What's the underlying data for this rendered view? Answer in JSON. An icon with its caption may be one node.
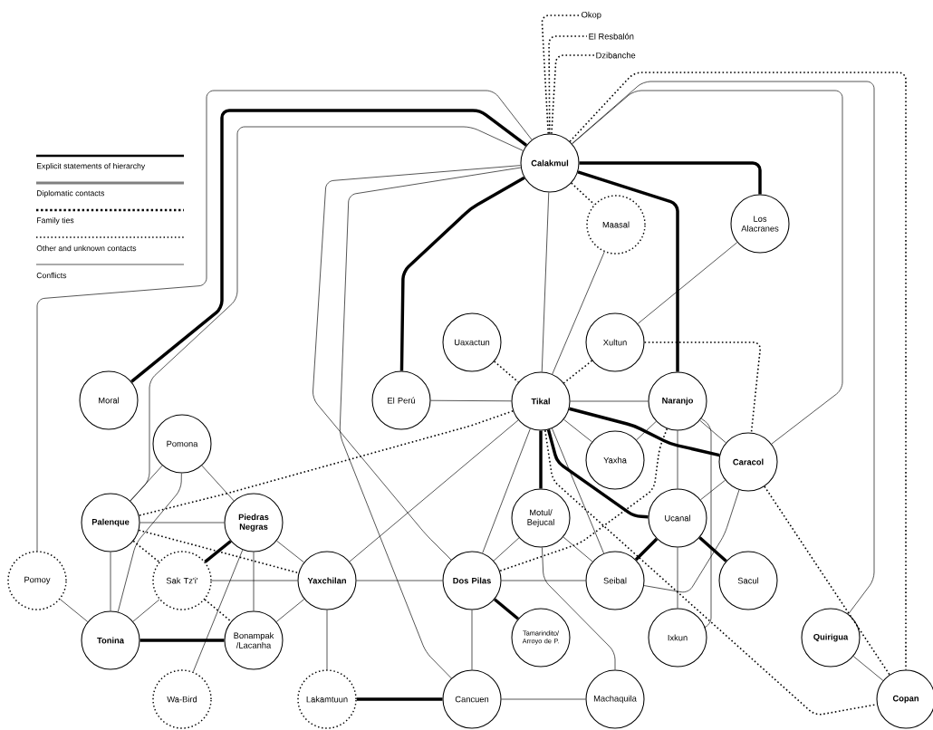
{
  "diagram": {
    "nodes": [
      {
        "text": [
          "Calakmul"
        ]
      },
      {
        "text": [
          "Maasal"
        ]
      },
      {
        "text": [
          "Los Alacranes"
        ]
      },
      {
        "text": [
          "Moral"
        ]
      },
      {
        "text": [
          "El Perú"
        ]
      },
      {
        "text": [
          "Uaxactun"
        ]
      },
      {
        "text": [
          "Xultun"
        ]
      },
      {
        "text": [
          "Tikal"
        ]
      },
      {
        "text": [
          "Naranjo"
        ]
      },
      {
        "text": [
          "Pomona"
        ]
      },
      {
        "text": [
          "Yaxha"
        ]
      },
      {
        "text": [
          "Caracol"
        ]
      },
      {
        "text": [
          "Palenque"
        ]
      },
      {
        "text": [
          "Piedras Negras"
        ]
      },
      {
        "text": [
          "Motul/ Bejucal"
        ]
      },
      {
        "text": [
          "Ucanal"
        ]
      },
      {
        "text": [
          "Pomoy"
        ]
      },
      {
        "text": [
          "Sak Tz'i'"
        ]
      },
      {
        "text": [
          "Yaxchilan"
        ]
      },
      {
        "text": [
          "Dos Pilas"
        ]
      },
      {
        "text": [
          "Seibal"
        ]
      },
      {
        "text": [
          "Sacul"
        ]
      },
      {
        "text": [
          "Tonina"
        ]
      },
      {
        "text": [
          "Bonampak /Lacanha"
        ]
      },
      {
        "text": [
          "Tamarindito/ Arroyo de P."
        ]
      },
      {
        "text": [
          "Ixkun"
        ]
      },
      {
        "text": [
          "Quirigua"
        ]
      },
      {
        "text": [
          "Wa-Bird"
        ]
      },
      {
        "text": [
          "Lakamtuun"
        ]
      },
      {
        "text": [
          "Cancuen"
        ]
      },
      {
        "text": [
          "Machaquila"
        ]
      },
      {
        "text": [
          "Copan"
        ]
      },
      {
        "text": [
          "Okop"
        ]
      },
      {
        "text": [
          "El Resbalón"
        ]
      },
      {
        "text": [
          "Dzibanche"
        ]
      }
    ],
    "edges": [
      {
        "from": 0,
        "to": 32,
        "arrow": "none",
        "style": "dashed"
      },
      {
        "from": 0,
        "to": 33,
        "arrow": "none",
        "style": "dashed"
      },
      {
        "from": 0,
        "to": 34,
        "arrow": "none",
        "style": "dashed"
      },
      {
        "from": 0,
        "to": 3,
        "arrow": "none",
        "style": "thick"
      },
      {
        "from": 0,
        "to": 16,
        "arrow": "none"
      },
      {
        "from": 0,
        "to": 12,
        "arrow": "none"
      },
      {
        "from": 0,
        "to": 19,
        "arrow": "none"
      },
      {
        "from": 0,
        "to": 4,
        "arrow": "none",
        "style": "thick"
      },
      {
        "from": 0,
        "to": 7,
        "arrow": "none"
      },
      {
        "from": 0,
        "to": 1,
        "arrow": "none",
        "style": "dashed"
      },
      {
        "from": 0,
        "to": 2,
        "arrow": "none",
        "style": "thick"
      },
      {
        "from": 0,
        "to": 8,
        "arrow": "none",
        "style": "thick"
      },
      {
        "from": 0,
        "to": 11,
        "arrow": "none"
      },
      {
        "from": 0,
        "to": 31,
        "arrow": "none",
        "style": "dashed"
      },
      {
        "from": 0,
        "to": 26,
        "arrow": "none"
      },
      {
        "from": 0,
        "to": 29,
        "arrow": "none"
      },
      {
        "from": 1,
        "to": 7,
        "arrow": "none"
      },
      {
        "from": 2,
        "to": 6,
        "arrow": "none"
      },
      {
        "from": 5,
        "to": 7,
        "arrow": "none",
        "style": "dashed"
      },
      {
        "from": 6,
        "to": 7,
        "arrow": "none",
        "style": "dashed"
      },
      {
        "from": 6,
        "to": 11,
        "arrow": "none",
        "style": "dashed"
      },
      {
        "from": 4,
        "to": 7,
        "arrow": "none"
      },
      {
        "from": 7,
        "to": 8,
        "arrow": "none"
      },
      {
        "from": 7,
        "to": 10,
        "arrow": "none"
      },
      {
        "from": 7,
        "to": 11,
        "arrow": "none",
        "style": "thick"
      },
      {
        "from": 7,
        "to": 14,
        "arrow": "none",
        "style": "thick"
      },
      {
        "from": 7,
        "to": 15,
        "arrow": "none",
        "style": "thick"
      },
      {
        "from": 7,
        "to": 19,
        "arrow": "none"
      },
      {
        "from": 7,
        "to": 18,
        "arrow": "none"
      },
      {
        "from": 7,
        "to": 12,
        "arrow": "none",
        "style": "dashed"
      },
      {
        "from": 7,
        "to": 31,
        "arrow": "none",
        "style": "dashed"
      },
      {
        "from": 7,
        "to": 20,
        "arrow": "none"
      },
      {
        "from": 8,
        "to": 10,
        "arrow": "none"
      },
      {
        "from": 8,
        "to": 11,
        "arrow": "none"
      },
      {
        "from": 8,
        "to": 15,
        "arrow": "none"
      },
      {
        "from": 8,
        "to": 19,
        "arrow": "none",
        "style": "dashed"
      },
      {
        "from": 8,
        "to": 25,
        "arrow": "none"
      },
      {
        "from": 11,
        "to": 15,
        "arrow": "none"
      },
      {
        "from": 11,
        "to": 31,
        "arrow": "none",
        "style": "dashed"
      },
      {
        "from": 11,
        "to": 20,
        "arrow": "none"
      },
      {
        "from": 15,
        "to": 20,
        "arrow": "none",
        "style": "thick"
      },
      {
        "from": 15,
        "to": 21,
        "arrow": "none",
        "style": "thick"
      },
      {
        "from": 15,
        "to": 25,
        "arrow": "none"
      },
      {
        "from": 14,
        "to": 19,
        "arrow": "none"
      },
      {
        "from": 14,
        "to": 20,
        "arrow": "none"
      },
      {
        "from": 14,
        "to": 30,
        "arrow": "none"
      },
      {
        "from": 19,
        "to": 20,
        "arrow": "none"
      },
      {
        "from": 19,
        "to": 24,
        "arrow": "none",
        "style": "thick"
      },
      {
        "from": 19,
        "to": 29,
        "arrow": "none"
      },
      {
        "from": 18,
        "to": 19,
        "arrow": "none"
      },
      {
        "from": 29,
        "to": 30,
        "arrow": "none"
      },
      {
        "from": 28,
        "to": 29,
        "arrow": "none",
        "style": "thick"
      },
      {
        "from": 26,
        "to": 31,
        "arrow": "none"
      },
      {
        "from": 12,
        "to": 9,
        "arrow": "none"
      },
      {
        "from": 12,
        "to": 13,
        "arrow": "none"
      },
      {
        "from": 12,
        "to": 22,
        "arrow": "none"
      },
      {
        "from": 12,
        "to": 17,
        "arrow": "none",
        "style": "dashed"
      },
      {
        "from": 12,
        "to": 18,
        "arrow": "none",
        "style": "dashed"
      },
      {
        "from": 9,
        "to": 13,
        "arrow": "none"
      },
      {
        "from": 9,
        "to": 22,
        "arrow": "none"
      },
      {
        "from": 16,
        "to": 22,
        "arrow": "none"
      },
      {
        "from": 13,
        "to": 18,
        "arrow": "none"
      },
      {
        "from": 13,
        "to": 17,
        "arrow": "none",
        "style": "thick"
      },
      {
        "from": 13,
        "to": 23,
        "arrow": "none"
      },
      {
        "from": 13,
        "to": 27,
        "arrow": "none"
      },
      {
        "from": 17,
        "to": 18,
        "arrow": "none"
      },
      {
        "from": 17,
        "to": 23,
        "arrow": "none",
        "style": "dashed"
      },
      {
        "from": 17,
        "to": 22,
        "arrow": "none"
      },
      {
        "from": 18,
        "to": 23,
        "arrow": "none"
      },
      {
        "from": 18,
        "to": 28,
        "arrow": "none"
      },
      {
        "from": 22,
        "to": 23,
        "arrow": "none",
        "style": "thick"
      }
    ],
    "legend": [
      {
        "text": "Explicit statements of hierarchy"
      },
      {
        "text": "Diplomatic contacts"
      },
      {
        "text": "Family ties"
      },
      {
        "text": "Other and unknown contacts"
      },
      {
        "text": "Conflicts"
      }
    ]
  }
}
